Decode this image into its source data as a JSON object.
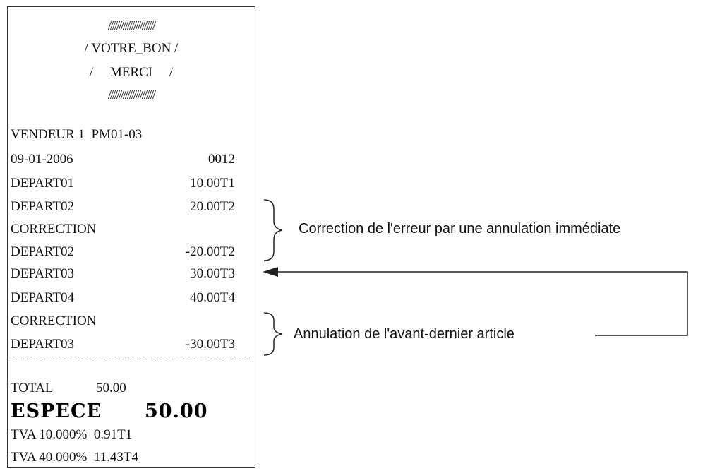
{
  "receipt": {
    "header": [
      "//////////////////////",
      "/ VOTRE_BON /",
      "/     MERCI     /",
      "//////////////////////"
    ],
    "vendor": "VENDEUR 1  PM01-03",
    "date": "09-01-2006",
    "number": "0012",
    "lines": [
      {
        "label": "DEPART01",
        "value": "10.00T1"
      },
      {
        "label": "DEPART02",
        "value": "20.00T2"
      },
      {
        "label": "CORRECTION",
        "value": ""
      },
      {
        "label": "DEPART02",
        "value": "-20.00T2"
      },
      {
        "label": "DEPART03",
        "value": "30.00T3"
      },
      {
        "label": "DEPART04",
        "value": "40.00T4"
      },
      {
        "label": "CORRECTION",
        "value": ""
      },
      {
        "label": "DEPART03",
        "value": "-30.00T3"
      }
    ],
    "separator": "- - - - - - - - - - - - - - - - - - - - - - - -",
    "total_label": "TOTAL",
    "total_value": "50.00",
    "payment_label": "ESPECE",
    "payment_value": "50.00",
    "tax_lines": [
      "TVA 10.000%  0.91T1",
      "TVA 40.000%  11.43T4"
    ]
  },
  "annotations": {
    "immediate_correction": "Correction de l'erreur par une annulation immédiate",
    "previous_item_cancel": "Annulation de l'avant-dernier article"
  }
}
